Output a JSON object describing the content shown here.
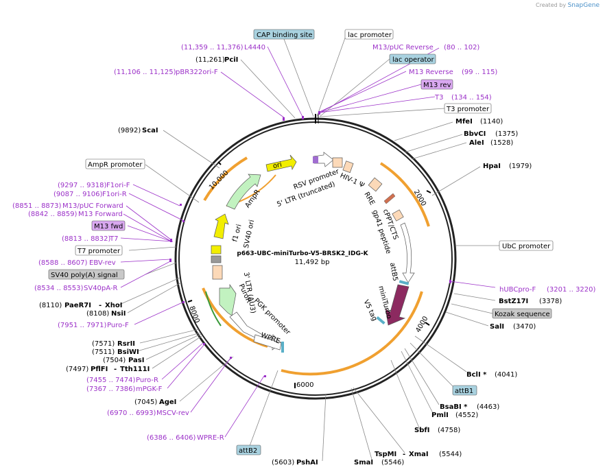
{
  "credit": {
    "prefix": "Created by",
    "brand": "SnapGene"
  },
  "plasmid": {
    "name": "p663-UBC-miniTurbo-V5-BRSK2_IDG-K",
    "size": "11,492 bp"
  },
  "ticks": [
    "2000",
    "4000",
    "6000",
    "8000",
    "10,000"
  ],
  "top_labels": [
    {
      "name": "CAP binding site",
      "style": "tag-blue"
    },
    {
      "name": "lac promoter",
      "style": "tag-white"
    },
    {
      "name": "M13/pUC Reverse",
      "pos": "(80 .. 102)",
      "style": "primer"
    },
    {
      "name": "lac operator",
      "style": "tag-blue"
    },
    {
      "name": "M13 Reverse",
      "pos": "(99 .. 115)",
      "style": "primer"
    },
    {
      "name": "M13 rev",
      "style": "tag-purple"
    },
    {
      "name": "T3",
      "pos": "(134 .. 154)",
      "style": "primer"
    },
    {
      "name": "T3 promoter",
      "style": "tag-white"
    },
    {
      "name": "L4440",
      "pos": "(11,359 .. 11,376)",
      "style": "primer"
    },
    {
      "name": "PciI",
      "pos": "(11,261)",
      "style": "enzyme"
    },
    {
      "name": "pBR322ori-F",
      "pos": "(11,106 .. 11,125)",
      "style": "primer"
    }
  ],
  "right_labels": [
    {
      "name": "MfeI",
      "pos": "(1140)",
      "style": "enzyme"
    },
    {
      "name": "BbvCI",
      "pos": "(1375)",
      "style": "enzyme"
    },
    {
      "name": "AleI",
      "pos": "(1528)",
      "style": "enzyme"
    },
    {
      "name": "HpaI",
      "pos": "(1979)",
      "style": "enzyme"
    },
    {
      "name": "UbC promoter",
      "style": "tag-white"
    },
    {
      "name": "hUBCpro-F",
      "pos": "(3201 .. 3220)",
      "style": "primer"
    },
    {
      "name": "BstZ17I",
      "pos": "(3378)",
      "style": "enzyme"
    },
    {
      "name": "Kozak sequence",
      "style": "tag-gray"
    },
    {
      "name": "SalI",
      "pos": "(3470)",
      "style": "enzyme"
    },
    {
      "name": "BclI *",
      "pos": "(4041)",
      "style": "enzyme"
    },
    {
      "name": "attB1",
      "style": "tag-blue"
    },
    {
      "name": "BsaBI *",
      "pos": "(4463)",
      "style": "enzyme"
    },
    {
      "name": "PmlI",
      "pos": "(4552)",
      "style": "enzyme"
    },
    {
      "name": "SbfI",
      "pos": "(4758)",
      "style": "enzyme"
    },
    {
      "name": "TspMI",
      "name2": "XmaI",
      "pos": "(5544)",
      "style": "enzyme"
    },
    {
      "name": "SmaI",
      "pos": "(5546)",
      "style": "enzyme"
    },
    {
      "name": "PshAI",
      "pos": "(5603)",
      "style": "enzyme"
    },
    {
      "name": "attB2",
      "style": "tag-blue"
    }
  ],
  "left_labels": [
    {
      "name": "ScaI",
      "pos": "(9892)",
      "style": "enzyme"
    },
    {
      "name": "AmpR promoter",
      "style": "tag-white"
    },
    {
      "name": "F1ori-F",
      "pos": "(9297 .. 9318)",
      "style": "primer"
    },
    {
      "name": "F1ori-R",
      "pos": "(9087 .. 9106)",
      "style": "primer"
    },
    {
      "name": "M13/pUC Forward",
      "pos": "(8851 .. 8873)",
      "style": "primer"
    },
    {
      "name": "M13 Forward",
      "pos": "(8842 .. 8859)",
      "style": "primer"
    },
    {
      "name": "M13 fwd",
      "style": "tag-purple"
    },
    {
      "name": "T7",
      "pos": "(8813 .. 8832)",
      "style": "primer"
    },
    {
      "name": "T7 promoter",
      "style": "tag-white"
    },
    {
      "name": "EBV-rev",
      "pos": "(8588 .. 8607)",
      "style": "primer"
    },
    {
      "name": "SV40 poly(A) signal",
      "style": "tag-gray"
    },
    {
      "name": "SV40pA-R",
      "pos": "(8534 .. 8553)",
      "style": "primer"
    },
    {
      "name": "PaeR7I",
      "name2": "XhoI",
      "pos": "(8110)",
      "style": "enzyme"
    },
    {
      "name": "NsiI",
      "pos": "(8108)",
      "style": "enzyme"
    },
    {
      "name": "Puro-F",
      "pos": "(7951 .. 7971)",
      "style": "primer"
    },
    {
      "name": "RsrII",
      "pos": "(7571)",
      "style": "enzyme"
    },
    {
      "name": "BsiWI",
      "pos": "(7511)",
      "style": "enzyme"
    },
    {
      "name": "PasI",
      "pos": "(7504)",
      "style": "enzyme"
    },
    {
      "name": "PflFI",
      "name2": "Tth111I",
      "pos": "(7497)",
      "style": "enzyme"
    },
    {
      "name": "Puro-R",
      "pos": "(7455 .. 7474)",
      "style": "primer"
    },
    {
      "name": "mPGK-F",
      "pos": "(7367 .. 7386)",
      "style": "primer"
    },
    {
      "name": "AgeI",
      "pos": "(7045)",
      "style": "enzyme"
    },
    {
      "name": "MSCV-rev",
      "pos": "(6970 .. 6993)",
      "style": "primer"
    },
    {
      "name": "WPRE-R",
      "pos": "(6386 .. 6406)",
      "style": "primer"
    }
  ],
  "features": {
    "ori": "ori",
    "rsv": "RSV promoter",
    "ltr5": "5' LTR (truncated)",
    "hiv": "HIV-1 Ψ",
    "rre": "RRE",
    "cppt": "cPPT/CTS",
    "gp41": "gp41 peptide",
    "attb5": "attB5",
    "miniturbo": "miniTurbo",
    "v5": "V5 tag",
    "ampr": "AmpR",
    "f1ori": "f1 ori",
    "sv40ori": "SV40 ori",
    "ltr3": "3' LTR (ΔU3)",
    "puror": "PuroR",
    "pgk": "PGK promoter",
    "wpre": "WPRE"
  },
  "colors": {
    "orange": "#f0a030",
    "yellow": "#f2ee00",
    "green": "#c2f2c0",
    "purple": "#8c2a60",
    "peach": "#fcd9b8",
    "primer": "#9b30c8",
    "tag_blue": "#a9d2e0",
    "tag_purple": "#d9a8f0",
    "tag_gray": "#c8c8c8"
  }
}
